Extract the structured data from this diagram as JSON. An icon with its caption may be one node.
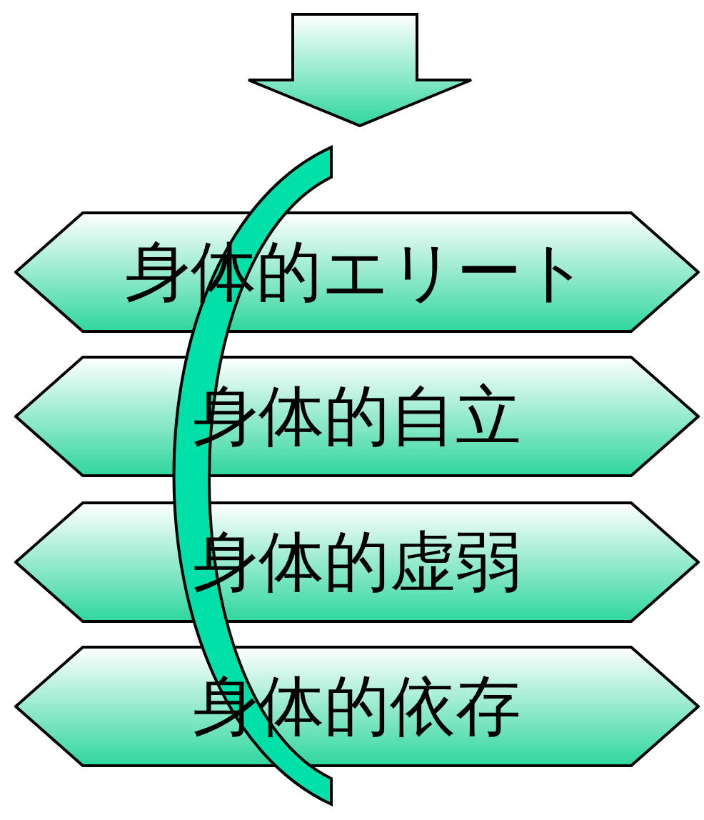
{
  "diagram": {
    "nodes": [
      {
        "text": [
          "身体的エリート"
        ]
      },
      {
        "text": [
          "身体的自立"
        ]
      },
      {
        "text": [
          "身体的虚弱"
        ]
      },
      {
        "text": [
          "身体的依存"
        ]
      }
    ]
  }
}
